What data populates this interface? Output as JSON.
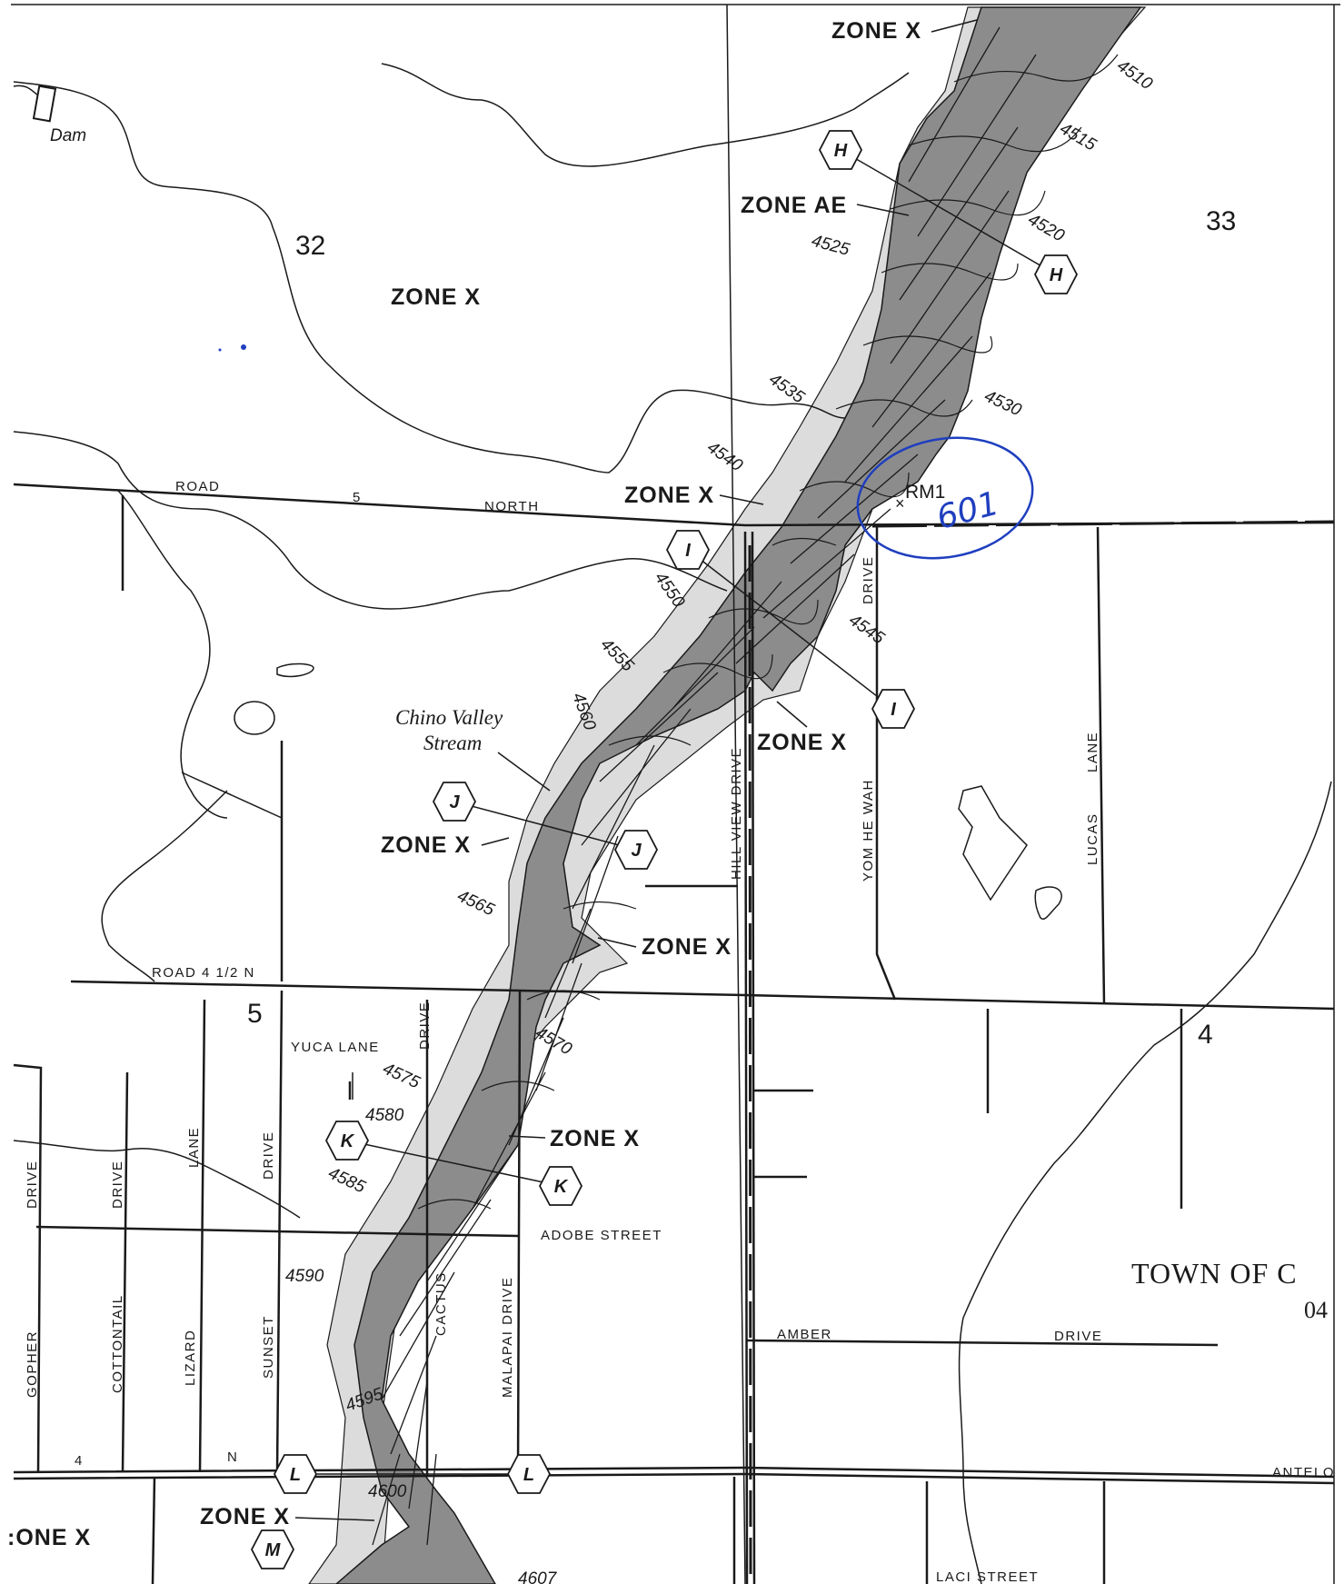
{
  "zones": {
    "x_top": "ZONE X",
    "ae": "ZONE AE",
    "x_west": "ZONE X",
    "x_road5": "ZONE X",
    "x_hillview": "ZONE X",
    "x_j": "ZONE X",
    "x_mid_east": "ZONE X",
    "x_k": "ZONE X",
    "x_bottom": "ZONE X",
    "x_left_edge": ":ONE X"
  },
  "sections": {
    "s32": "32",
    "s33": "33",
    "s5": "5",
    "s4": "4"
  },
  "elevations": [
    "4510",
    "4515",
    "4520",
    "4525",
    "4530",
    "4535",
    "4540",
    "4545",
    "4550",
    "4555",
    "4560",
    "4565",
    "4570",
    "4575",
    "4580",
    "4585",
    "4590",
    "4595",
    "4600",
    "4607"
  ],
  "cross_sections": {
    "h": "H",
    "i": "I",
    "j": "J",
    "k": "K",
    "l": "L",
    "m": "M"
  },
  "streets": {
    "road5_a": "ROAD",
    "road5_b": "5",
    "road5_c": "NORTH",
    "road4half": "ROAD 4 1/2 N",
    "hill_view": "HILL  VIEW  DRIVE",
    "yom_he_wah": "YOM  HE  WAH",
    "drive_yom": "DRIVE",
    "lucas_a": "LUCAS",
    "lucas_b": "LANE",
    "yuca": "YUCA  LANE",
    "drive_yuca": "DRIVE",
    "adobe": "ADOBE  STREET",
    "gopher": "GOPHER",
    "drive_gopher": "DRIVE",
    "cottontail": "COTTONTAIL",
    "drive_cottontail": "DRIVE",
    "lizard": "LIZARD",
    "lane_lizard": "LANE",
    "sunset": "SUNSET",
    "drive_sunset": "DRIVE",
    "cactus": "CACTUS",
    "malapai": "MALAPAI  DRIVE",
    "amber": "AMBER",
    "drive_amber": "DRIVE",
    "road4_a": "4",
    "road4_b": "N",
    "antelope": "ANTELO",
    "bottom_street": "LACI  STREET"
  },
  "labels": {
    "dam": "Dam",
    "stream_1": "Chino Valley",
    "stream_2": "Stream",
    "town_1": "TOWN  OF  C",
    "town_2": "04",
    "benchmark": "RM1",
    "handwritten": "601"
  },
  "colors": {
    "zone_ae_fill": "#8c8c8c",
    "zone_x_shade": "#dcdcdc",
    "ink": "#1a1a1a",
    "annotation": "#1f3fbf"
  }
}
